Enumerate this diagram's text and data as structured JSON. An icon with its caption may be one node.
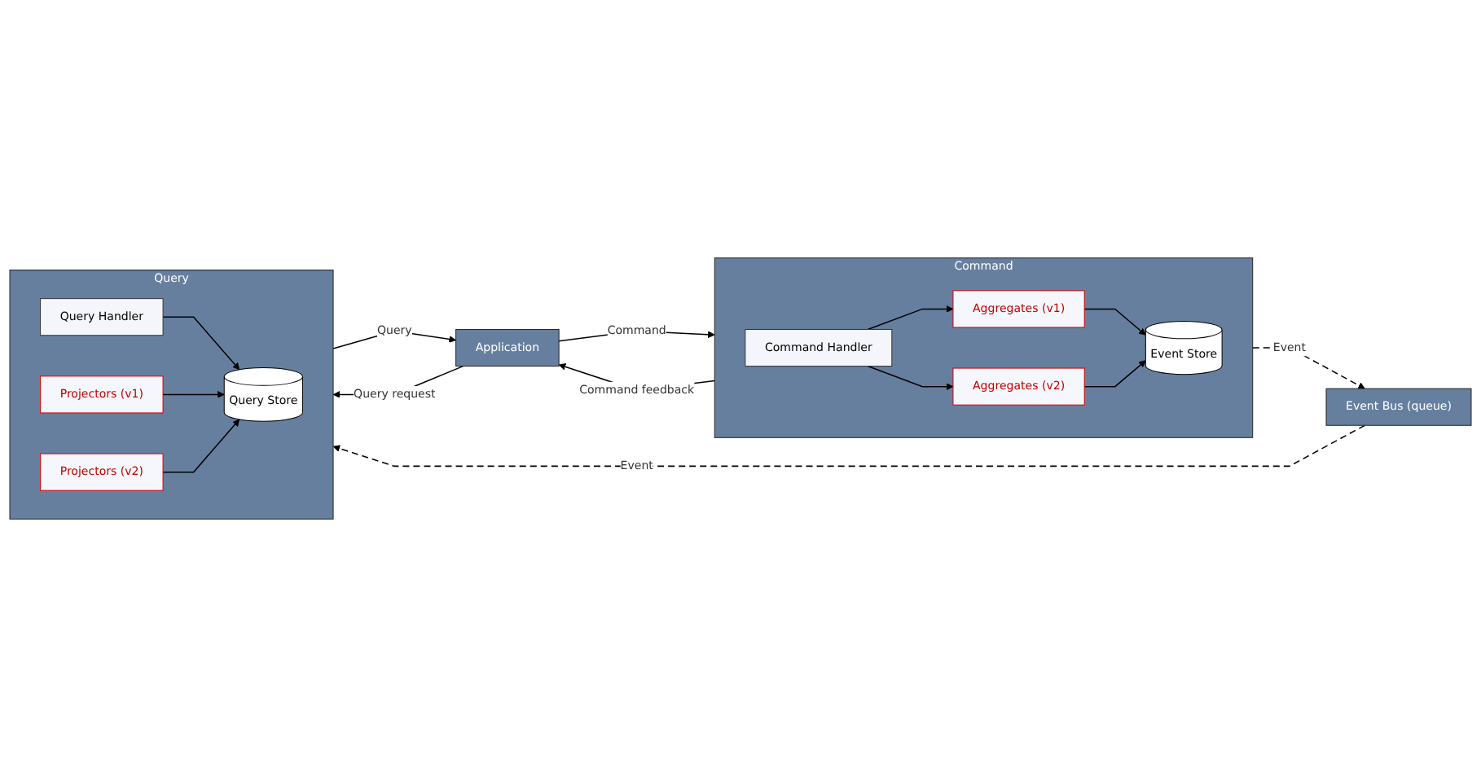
{
  "diagram": {
    "nodes": [
      {
        "text": [
          "Command"
        ]
      },
      {
        "text": [
          "Command Handler"
        ],
        "in": 0
      },
      {
        "text": [
          "Aggregates (v1)"
        ],
        "in": 0
      },
      {
        "text": [
          "Aggregates (v2)"
        ],
        "in": 0
      },
      {
        "text": [
          "Event Store"
        ],
        "in": 0
      },
      {
        "text": [
          "Application"
        ]
      },
      {
        "text": [
          "Event Bus (queue)"
        ]
      },
      {
        "text": [
          "Query"
        ]
      },
      {
        "text": [
          "Query Handler"
        ],
        "in": 7
      },
      {
        "text": [
          "Query Store"
        ],
        "in": 7
      },
      {
        "text": [
          "Projectors (v1)"
        ],
        "in": 7
      },
      {
        "text": [
          "Projectors (v2)"
        ],
        "in": 7
      }
    ],
    "edges": [
      {
        "from": 5,
        "to": 0,
        "arrow": "to",
        "label": "Command"
      },
      {
        "from": 0,
        "to": 5,
        "arrow": "to",
        "label": "Command feedback"
      },
      {
        "from": 1,
        "to": 2,
        "arrow": "to"
      },
      {
        "from": 1,
        "to": 3,
        "arrow": "to"
      },
      {
        "from": 2,
        "to": 4,
        "arrow": "to"
      },
      {
        "from": 3,
        "to": 4,
        "arrow": "to"
      },
      {
        "from": 0,
        "to": 6,
        "arrow": "to",
        "label": "Event",
        "style": "dashed"
      },
      {
        "from": 6,
        "to": 7,
        "arrow": "to",
        "label": "Event",
        "style": "dashed"
      },
      {
        "from": 5,
        "to": 7,
        "arrow": "to",
        "label": "Query request"
      },
      {
        "from": 7,
        "to": 5,
        "arrow": "to",
        "label": "Query"
      },
      {
        "from": 8,
        "to": 9,
        "arrow": "to"
      },
      {
        "from": 10,
        "to": 9,
        "arrow": "to"
      },
      {
        "from": 11,
        "to": 9,
        "arrow": "to"
      }
    ]
  }
}
